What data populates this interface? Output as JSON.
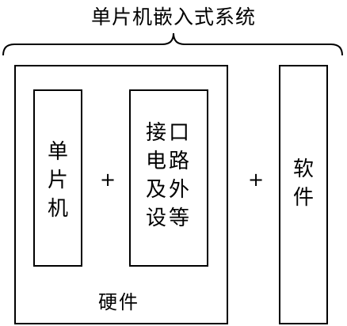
{
  "title": "单片机嵌入式系统",
  "hardware": {
    "label": "硬件",
    "mcu": [
      "单",
      "片",
      "机"
    ],
    "interface_lines": [
      "接口",
      "电路",
      "及外",
      "设等"
    ]
  },
  "operators": {
    "plus_left": "+",
    "plus_right": "+"
  },
  "software": [
    "软",
    "件"
  ]
}
